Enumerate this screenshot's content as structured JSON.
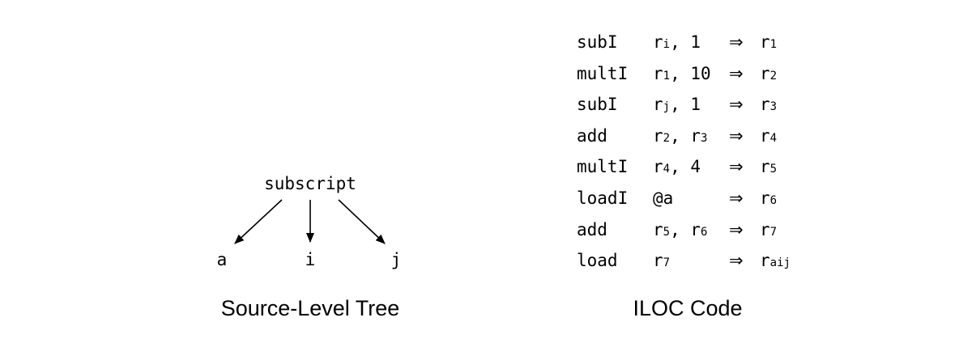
{
  "tree": {
    "root": "subscript",
    "children": [
      "a",
      "i",
      "j"
    ],
    "caption": "Source-Level Tree"
  },
  "iloc": {
    "caption": "ILOC Code",
    "arrow": "⇒",
    "rows": [
      {
        "op": "subI",
        "args": [
          {
            "base": "r",
            "sub": "i"
          },
          {
            "base": "1",
            "sub": ""
          }
        ],
        "target": {
          "base": "r",
          "sub": "1"
        }
      },
      {
        "op": "multI",
        "args": [
          {
            "base": "r",
            "sub": "1"
          },
          {
            "base": "10",
            "sub": ""
          }
        ],
        "target": {
          "base": "r",
          "sub": "2"
        }
      },
      {
        "op": "subI",
        "args": [
          {
            "base": "r",
            "sub": "j"
          },
          {
            "base": "1",
            "sub": ""
          }
        ],
        "target": {
          "base": "r",
          "sub": "3"
        }
      },
      {
        "op": "add",
        "args": [
          {
            "base": "r",
            "sub": "2"
          },
          {
            "base": "r",
            "sub": "3"
          }
        ],
        "target": {
          "base": "r",
          "sub": "4"
        }
      },
      {
        "op": "multI",
        "args": [
          {
            "base": "r",
            "sub": "4"
          },
          {
            "base": "4",
            "sub": ""
          }
        ],
        "target": {
          "base": "r",
          "sub": "5"
        }
      },
      {
        "op": "loadI",
        "args": [
          {
            "base": "@a",
            "sub": ""
          }
        ],
        "target": {
          "base": "r",
          "sub": "6"
        }
      },
      {
        "op": "add",
        "args": [
          {
            "base": "r",
            "sub": "5"
          },
          {
            "base": "r",
            "sub": "6"
          }
        ],
        "target": {
          "base": "r",
          "sub": "7"
        }
      },
      {
        "op": "load",
        "args": [
          {
            "base": "r",
            "sub": "7"
          }
        ],
        "target": {
          "base": "r",
          "sub": "aij"
        }
      }
    ]
  }
}
